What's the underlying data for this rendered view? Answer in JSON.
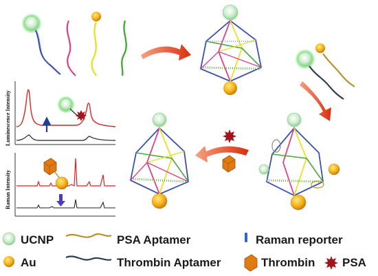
{
  "plots": {
    "luminescence_ylabel": "Luminescence Intensity",
    "raman_ylabel": "Raman Intensity"
  },
  "legend": {
    "ucnp": "UCNP",
    "au": "Au",
    "psa_aptamer": "PSA Aptamer",
    "thrombin_aptamer": "Thrombin Aptamer",
    "raman_reporter": "Raman reporter",
    "thrombin": "Thrombin",
    "psa": "PSA"
  },
  "colors": {
    "ucnp": "#c8ebc9",
    "ucnp_glow": "#3fd13a",
    "au": "#f3b418",
    "psa_aptamer": "#b8902a",
    "thrombin_aptamer": "#2c3e50",
    "raman_reporter": "#2f66c8",
    "thrombin": "#e07a12",
    "psa": "#a0161c",
    "arrow": "#e0441c",
    "strand_pink": "#e0408a",
    "strand_yellow": "#e8e02a",
    "strand_green": "#48a838",
    "strand_blue": "#3a4fb0",
    "plot_red": "#e02020",
    "plot_black": "#222222"
  }
}
